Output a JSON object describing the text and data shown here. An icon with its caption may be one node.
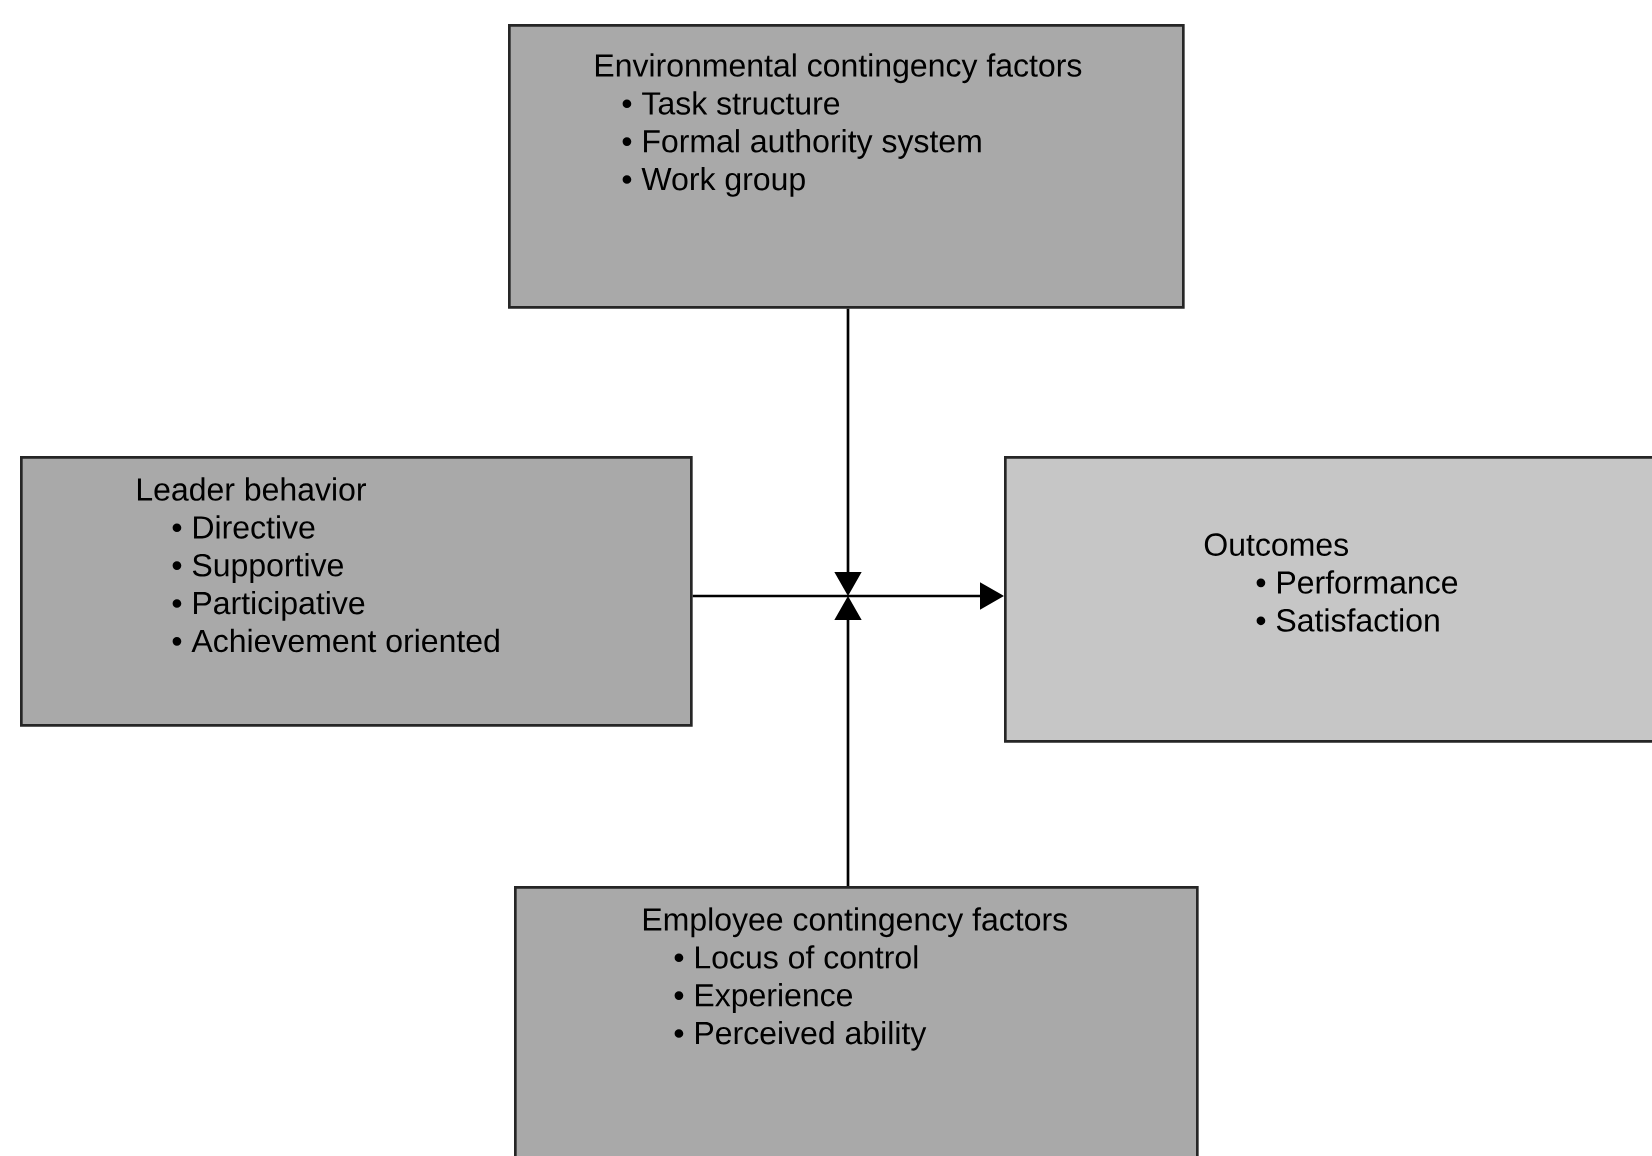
{
  "diagram": {
    "nodes": [
      {
        "text": [
          "Environmental contingency factors",
          "• Task structure",
          "• Formal authority system",
          "• Work group"
        ]
      },
      {
        "text": [
          "Leader behavior",
          "• Directive",
          "• Supportive",
          "• Participative",
          "• Achievement oriented"
        ]
      },
      {
        "text": [
          "Outcomes",
          "• Performance",
          "• Satisfaction"
        ]
      },
      {
        "text": [
          "Employee contingency factors",
          "• Locus of control",
          "• Experience",
          "• Perceived ability"
        ]
      }
    ],
    "edges": [
      {
        "from": 0,
        "to": null,
        "arrow": "to"
      },
      {
        "from": 3,
        "to": null,
        "arrow": "to"
      },
      {
        "from": 1,
        "to": 2,
        "arrow": "to"
      }
    ]
  }
}
